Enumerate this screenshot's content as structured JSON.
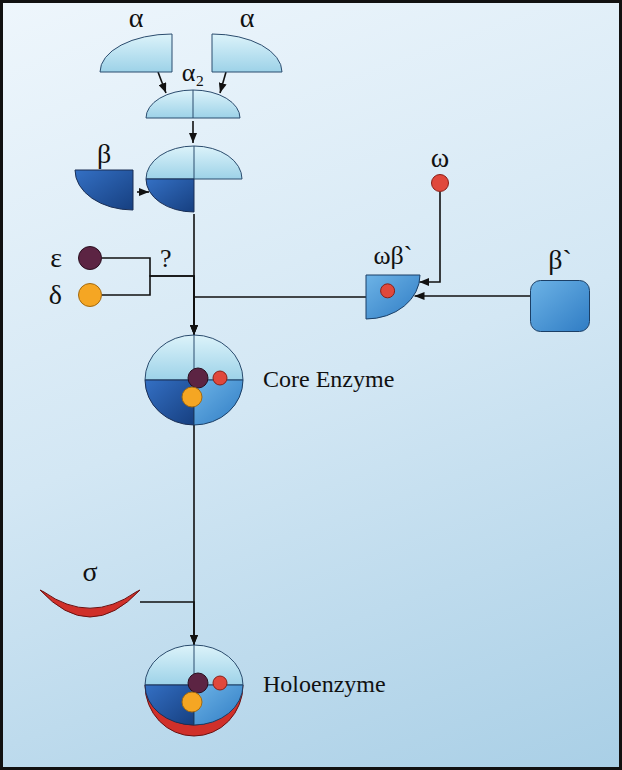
{
  "diagram": {
    "nodes": [
      {
        "text": [
          "α"
        ]
      },
      {
        "text": [
          "α"
        ]
      },
      {
        "text": [
          "α₂"
        ]
      },
      {
        "text": [
          "β"
        ]
      },
      {
        "text": [
          "ω"
        ]
      },
      {
        "text": [
          "ε"
        ]
      },
      {
        "text": [
          "δ"
        ]
      },
      {
        "text": [
          "ωβ`"
        ]
      },
      {
        "text": [
          "β`"
        ]
      },
      {
        "text": [
          "Core Enzyme"
        ]
      },
      {
        "text": [
          "σ"
        ]
      },
      {
        "text": [
          "Holoenzyme"
        ]
      }
    ],
    "edges": [
      {
        "from": 0,
        "to": 2,
        "arrow": "to"
      },
      {
        "from": 1,
        "to": 2,
        "arrow": "to"
      },
      {
        "from": 4,
        "to": 7,
        "arrow": "to"
      },
      {
        "from": 8,
        "to": 7,
        "arrow": "to"
      },
      {
        "from": 7,
        "to": 9,
        "arrow": "to"
      },
      {
        "from": 5,
        "to": 9,
        "arrow": "to"
      },
      {
        "from": 6,
        "to": 9,
        "arrow": "to"
      },
      {
        "from": 9,
        "to": 11,
        "arrow": "to"
      },
      {
        "from": 10,
        "to": 11,
        "arrow": "to"
      }
    ],
    "labels": [
      "?"
    ]
  }
}
